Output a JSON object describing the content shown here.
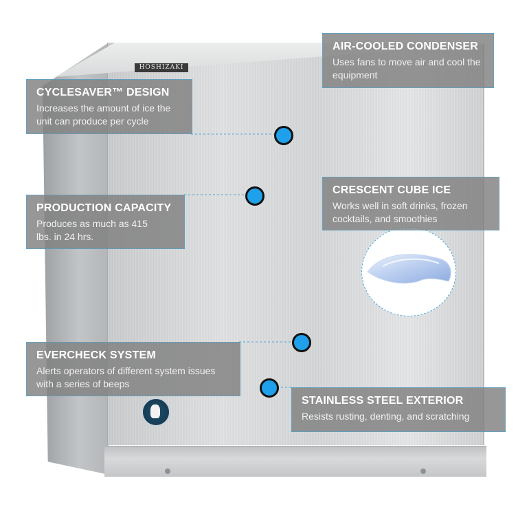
{
  "product": {
    "brand_plate": "HOSHIZAKI",
    "badge_text": "HOSHIZAKI"
  },
  "features": [
    {
      "title": "AIR-COOLED CONDENSER",
      "description": "Uses fans to move air and cool the equipment"
    },
    {
      "title": "CYCLESAVER™ DESIGN",
      "description": "Increases the amount of ice the unit can produce per cycle"
    },
    {
      "title": "CRESCENT CUBE ICE",
      "description": "Works well in soft drinks, frozen cocktails, and smoothies"
    },
    {
      "title": "PRODUCTION CAPACITY",
      "description": "Produces as much as 415 lbs. in 24 hrs."
    },
    {
      "title": "EVERCHECK SYSTEM",
      "description": "Alerts operators of different system issues with a series of beeps"
    },
    {
      "title": "STAINLESS STEEL EXTERIOR",
      "description": "Resists rusting, denting, and scratching"
    }
  ],
  "colors": {
    "hotspot": "#1ea0ea",
    "callout_border": "#4aa8d8",
    "callout_bg": "#808080"
  }
}
